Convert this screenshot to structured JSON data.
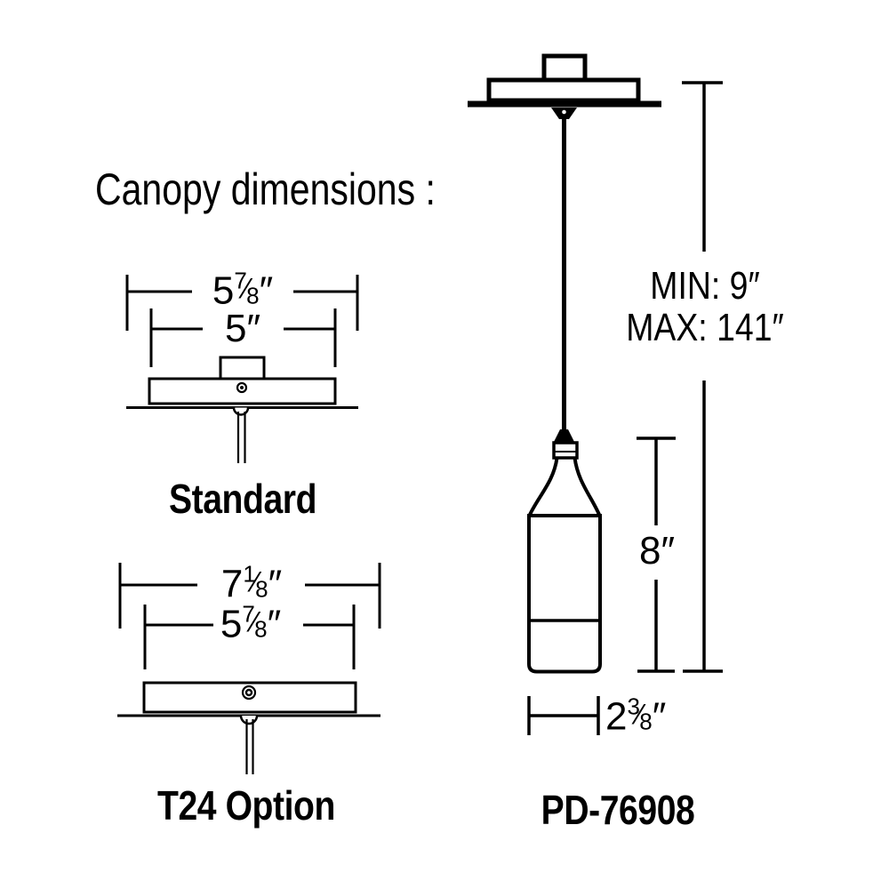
{
  "title": "Canopy dimensions :",
  "glyphs": {
    "fraction_slash": "⁄"
  },
  "standard": {
    "label": "Standard",
    "outer_dim": {
      "whole": "5",
      "num": "7",
      "den": "8",
      "unit": "″"
    },
    "inner_dim": {
      "whole": "5",
      "unit": "″"
    }
  },
  "t24": {
    "label": "T24 Option",
    "outer_dim": {
      "whole": "7",
      "num": "1",
      "den": "8",
      "unit": "″"
    },
    "inner_dim": {
      "whole": "5",
      "num": "7",
      "den": "8",
      "unit": "″"
    }
  },
  "pendant": {
    "model": "PD-76908",
    "suspension": {
      "min": "MIN: 9″",
      "max": "MAX: 141″"
    },
    "height_dim": {
      "whole": "8",
      "unit": "″"
    },
    "width_dim": {
      "whole": "2",
      "num": "3",
      "den": "8",
      "unit": "″"
    }
  },
  "colors": {
    "line": "#000000",
    "background": "#ffffff"
  }
}
